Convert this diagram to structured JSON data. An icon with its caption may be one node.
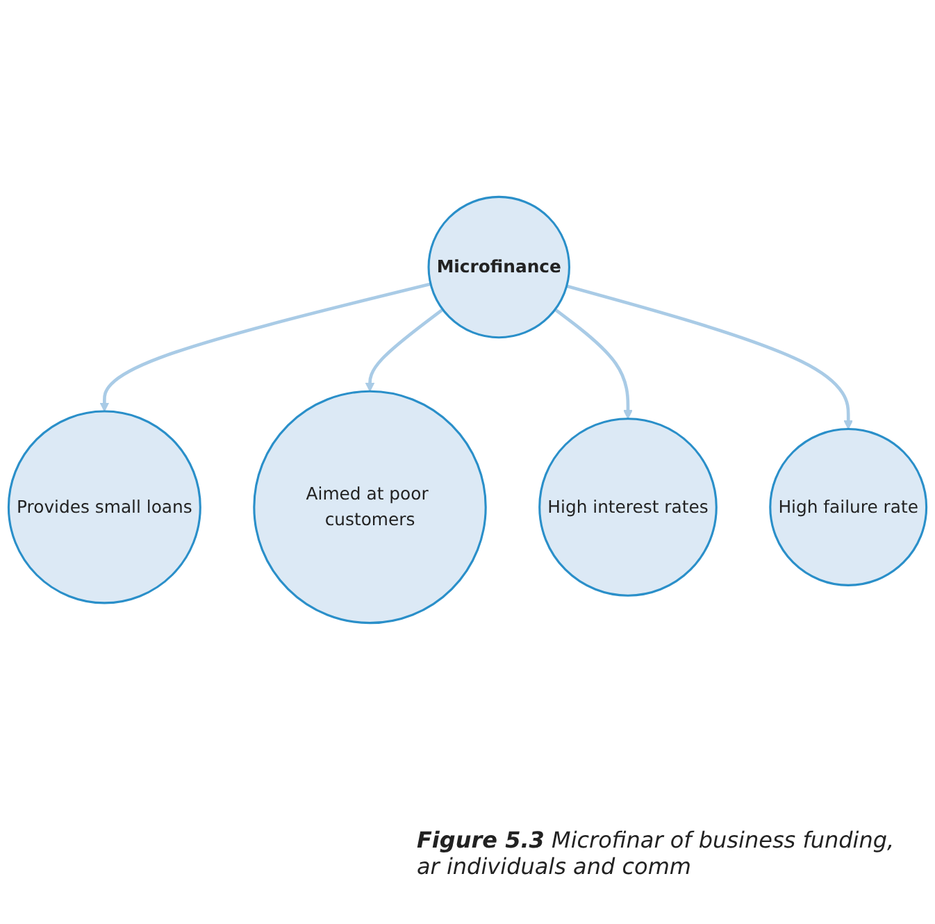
{
  "diagram": {
    "caption": "**Figure 5.3** Microfinar of business funding, ar individuals and comm",
    "nodes": [
      {
        "text": [
          "Provides small loans"
        ]
      },
      {
        "text": [
          "Aimed at poor customers"
        ]
      },
      {
        "text": [
          "Microfinance"
        ]
      },
      {
        "text": [
          "High interest rates"
        ]
      },
      {
        "text": [
          "High failure rate"
        ]
      }
    ],
    "edges": [
      {
        "from": 2,
        "to": 0,
        "arrow": "to"
      },
      {
        "from": 2,
        "to": 1,
        "arrow": "to"
      },
      {
        "from": 2,
        "to": 3,
        "arrow": "to"
      },
      {
        "from": 2,
        "to": 4,
        "arrow": "to"
      }
    ]
  }
}
